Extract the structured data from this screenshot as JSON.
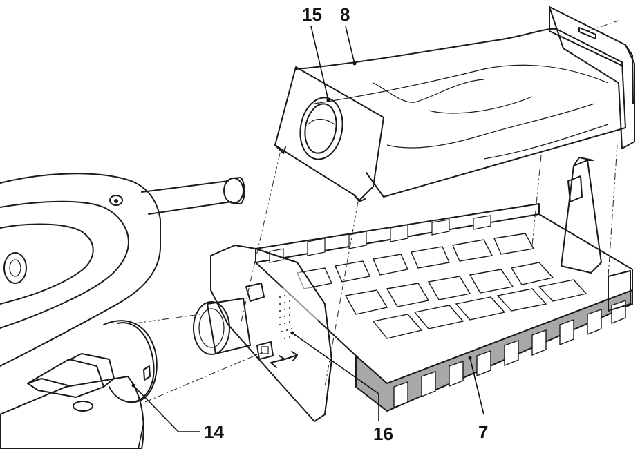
{
  "callouts": {
    "c15": "15",
    "c8": "8",
    "c14": "14",
    "c16": "16",
    "c7": "7"
  },
  "colors": {
    "line": "#1a1a1a",
    "tray_fill": "#b9b9b9",
    "tray_shade": "#9c9c9c",
    "bag_fill": "#ffffff",
    "background": "#ffffff"
  }
}
